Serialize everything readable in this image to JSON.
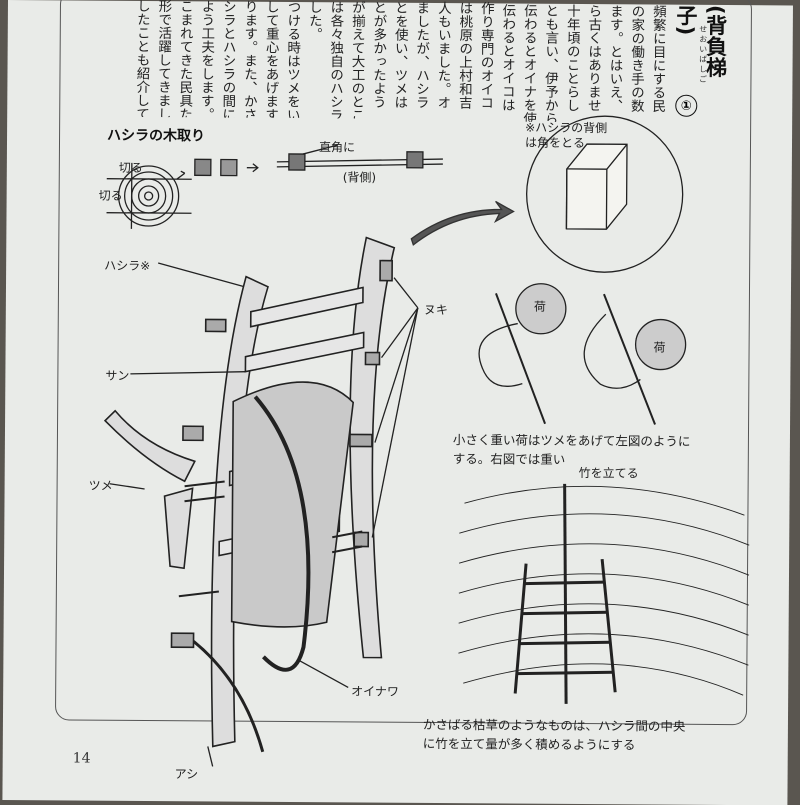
{
  "body_columns": [
    "頻繁に目にする民",
    "の家の働き手の数",
    "ます。とはいえ、",
    "ら古くはありませ",
    "十年頃のことらし",
    "とも言い、伊予から",
    "伝わるとオイナを使",
    "伝わるとオイコは",
    "作り専門のオイコ",
    "は桃原の上村和吉",
    "人もいました。オ",
    "ましたが、ハシラ",
    "とを使い、ツメは",
    "とが多かったよう",
    "が揃えて大工のとこ",
    "は各々独自のハシラ",
    "した。",
    "つける時はツメをい",
    "して重心をあげます。",
    "ります。また、かさ",
    "シラとハシラの間に",
    "よう工夫をします。",
    "こまれてきた民具た",
    "形で活躍してきまし",
    "したことも紹介して"
  ],
  "heading": "(背負梯子)",
  "heading_ruby": "せおいばしご",
  "heading_number": "①",
  "labels": {
    "hashira_kidori": "ハシラの木取り",
    "kiru1": "切る",
    "kiru2": "切る",
    "chokkaku": "直角に",
    "seigawa": "(背側)",
    "hashira_note": "※ハシラの背側\nは角をとる",
    "hashira": "ハシラ※",
    "nuki": "ヌキ",
    "san": "サン",
    "tsume": "ツメ",
    "oinawa": "オイナワ",
    "ashi": "アシ",
    "ni1": "荷",
    "ni2": "荷",
    "take_wo_tateru": "竹を立てる"
  },
  "captions": {
    "heavy_load": "小さく重い荷はツメをあげて左図のように\nする。右図では重い",
    "bulky_grass": "かさばる枯草のようなものは、ハシラ間の中央\nに竹を立て量が多く積めるようにする"
  },
  "page_number": "14"
}
